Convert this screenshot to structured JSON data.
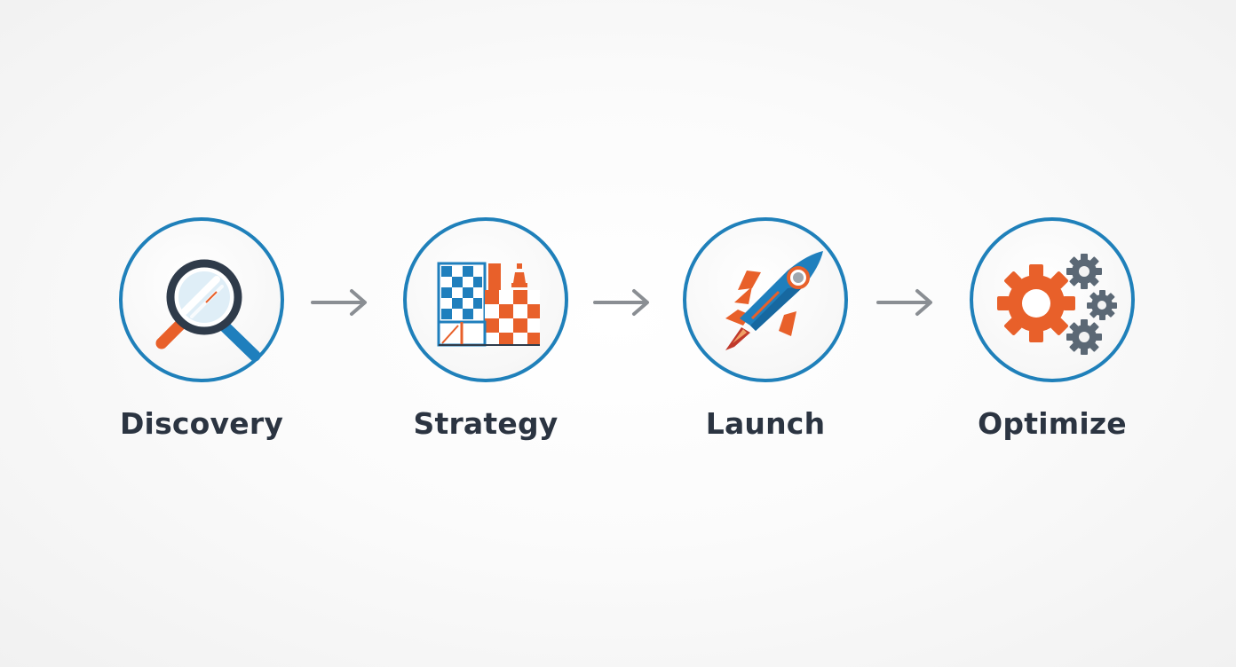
{
  "colors": {
    "ring": "#1f80ba",
    "blue": "#1f7fbd",
    "orange": "#e8602a",
    "dark": "#2f3b4a",
    "gray_gear": "#5b6875",
    "arrow": "#8a8e93",
    "label": "#2b3441"
  },
  "steps": [
    {
      "label": "Discovery",
      "icon": "magnifying-glass-icon"
    },
    {
      "label": "Strategy",
      "icon": "chessboard-icon"
    },
    {
      "label": "Launch",
      "icon": "rocket-icon"
    },
    {
      "label": "Optimize",
      "icon": "gears-icon"
    }
  ],
  "connectors": [
    "arrow-right-icon",
    "arrow-right-icon",
    "arrow-right-icon"
  ]
}
